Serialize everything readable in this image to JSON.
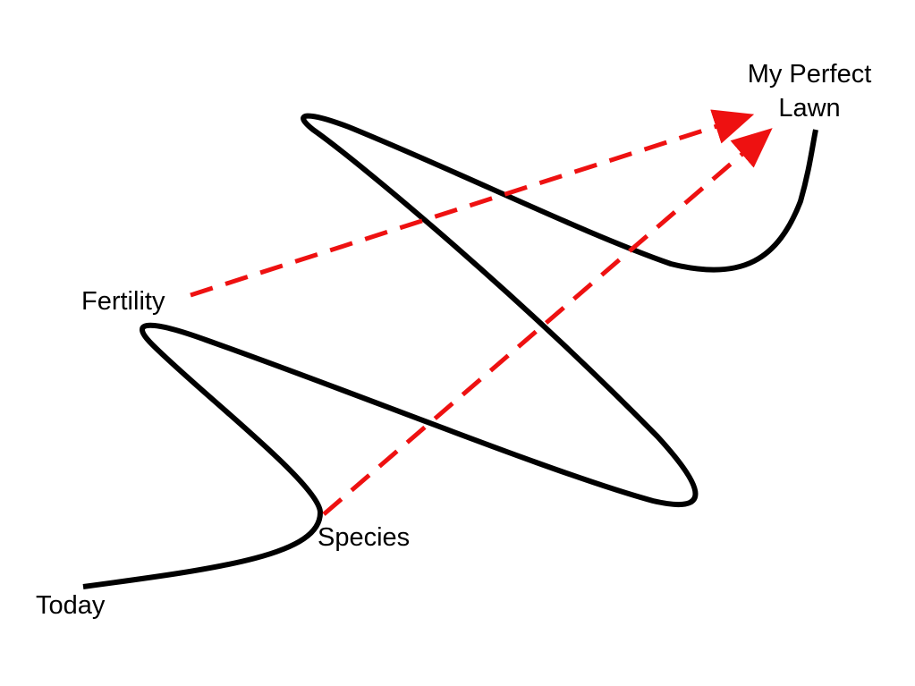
{
  "labels": {
    "goal_line1": "My Perfect",
    "goal_line2": "Lawn",
    "fertility": "Fertility",
    "species": "Species",
    "today": "Today"
  },
  "colors": {
    "path": "#000000",
    "arrows": "#ee1111",
    "background": "#ffffff"
  }
}
